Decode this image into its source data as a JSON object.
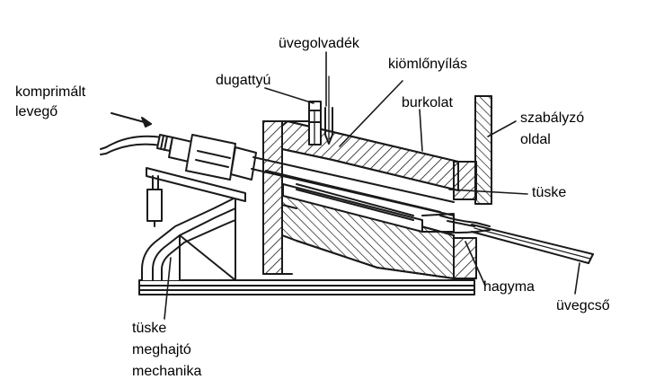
{
  "labels": {
    "uvegolvadek": "üvegolvadék",
    "kiomlonyilas": "kiömlőnyílás",
    "dugattyu": "dugattyú",
    "komprimalt": "komprimált",
    "levego": "levegő",
    "burkolat": "burkolat",
    "szabalyzo": "szabályzó",
    "oldal": "oldal",
    "tuske_right": "tüske",
    "hagyma": "hagyma",
    "uvegcso": "üvegcső",
    "tuske_bottom": "tüske",
    "meghajto": "meghajtó",
    "mechanika": "mechanika"
  },
  "colors": {
    "ink": "#1a1a1a",
    "background": "#ffffff"
  }
}
